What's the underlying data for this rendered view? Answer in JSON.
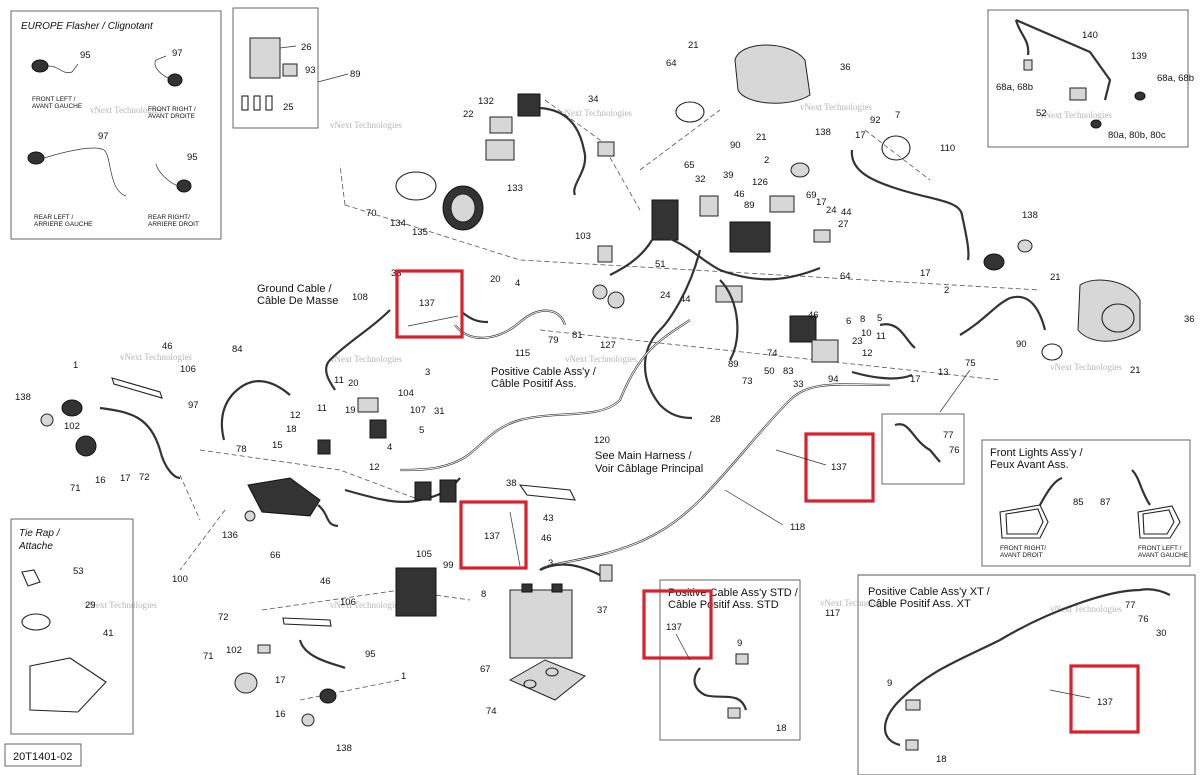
{
  "diagram_id": "20T1401-02",
  "panels": {
    "europe_flasher": {
      "title": "EUROPE Flasher / Clignotant",
      "front_left": [
        "FRONT LEFT /",
        "AVANT GAUCHE"
      ],
      "front_right": [
        "FRONT RIGHT /",
        "AVANT DROITE"
      ],
      "rear_left": [
        "REAR LEFT /",
        "ARRIERE GAUCHE"
      ],
      "rear_right": [
        "REAR RIGHT/",
        "ARRIERE DROIT"
      ]
    },
    "tie_rap": {
      "title": [
        "Tie Rap /",
        "Attache"
      ]
    },
    "front_lights": {
      "title": [
        "Front Lights Ass'y /",
        "Feux Avant Ass."
      ],
      "front_right": [
        "FRONT RIGHT/",
        "AVANT DROIT"
      ],
      "front_left": [
        "FRONT LEFT /",
        "AVANT GAUCHE"
      ]
    },
    "positive_std": {
      "title": [
        "Positive Cable Ass'y STD /",
        "Câble Positif Ass. STD"
      ]
    },
    "positive_xt": {
      "title": [
        "Positive Cable Ass'y XT /",
        "Câble Positif Ass. XT"
      ]
    }
  },
  "callouts": {
    "ground_cable": [
      "Ground Cable /",
      "Câble De Masse"
    ],
    "positive_cable": [
      "Positive Cable Ass'y /",
      "Câble Positif Ass."
    ],
    "main_harness": [
      "See Main Harness /",
      "Voir Câblage Principal"
    ]
  },
  "highlighted_part": "137",
  "watermark": [
    "vNext",
    "Technologies"
  ],
  "part_numbers": [
    "1",
    "2",
    "3",
    "4",
    "5",
    "6",
    "7",
    "8",
    "9",
    "10",
    "11",
    "12",
    "13",
    "16",
    "17",
    "18",
    "19",
    "20",
    "21",
    "22",
    "23",
    "24",
    "25",
    "26",
    "27",
    "28",
    "29",
    "30",
    "31",
    "33",
    "34",
    "36",
    "37",
    "38",
    "39",
    "41",
    "43",
    "44",
    "46",
    "50",
    "51",
    "52",
    "53",
    "64",
    "65",
    "66",
    "67",
    "69",
    "70",
    "71",
    "72",
    "73",
    "74",
    "75",
    "76",
    "77",
    "78",
    "79",
    "81",
    "83",
    "84",
    "85",
    "87",
    "89",
    "90",
    "92",
    "93",
    "94",
    "95",
    "97",
    "99",
    "100",
    "102",
    "103",
    "104",
    "105",
    "106",
    "107",
    "108",
    "110",
    "115",
    "117",
    "118",
    "120",
    "126",
    "127",
    "132",
    "133",
    "134",
    "135",
    "136",
    "137",
    "138",
    "139",
    "140",
    "68a, 68b",
    "80a, 80b, 80c"
  ]
}
